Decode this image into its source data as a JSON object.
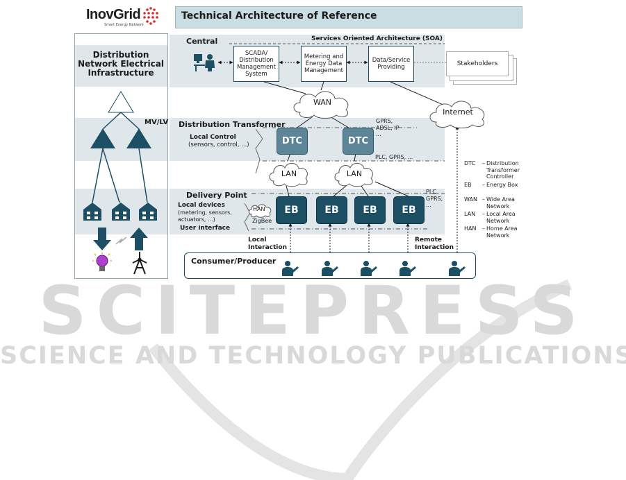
{
  "header": {
    "brand": "InovGrid",
    "brand_tagline": "Smart Energy Network",
    "title": "Technical Architecture of Reference"
  },
  "left_column": {
    "title_lines": [
      "Distribution",
      "Network Electrical",
      "Infrastructure"
    ],
    "mv_lv": "MV/LV"
  },
  "central": {
    "label": "Central",
    "soa": "Services Oriented Architecture (SOA)",
    "scada_lines": [
      "SCADA/",
      "Distribution",
      "Management",
      "System"
    ],
    "metering_lines": [
      "Metering and",
      "Energy Data",
      "Management"
    ],
    "data_lines": [
      "Data/Service",
      "Providing"
    ],
    "stakeholders": "Stakeholders"
  },
  "clouds": {
    "wan": "WAN",
    "internet": "Internet",
    "lan": "LAN",
    "han": "HAN"
  },
  "transformer": {
    "label": "Distribution Transformer",
    "local_control": "Local Control",
    "local_control_sub": "(sensors, control, ...)",
    "dtc": "DTC",
    "gprs_lines": [
      "GPRS,",
      "ADSL, IP",
      "..."
    ],
    "plc_gprs": "PLC, GPRS, ..."
  },
  "delivery": {
    "label": "Delivery Point",
    "local_devices": "Local devices",
    "local_devices_sub": [
      "(metering, sensors,",
      "actuators, ...)"
    ],
    "user_interface": "User interface",
    "zigbee": "ZigBee",
    "eb": "EB",
    "plc_lines": [
      "PLC,",
      "GPRS,",
      "..."
    ],
    "local_interaction": [
      "Local",
      "Interaction"
    ],
    "remote_interaction": [
      "Remote",
      "Interaction"
    ]
  },
  "consumer": {
    "label": "Consumer/Producer"
  },
  "legend": [
    {
      "abbr": "DTC",
      "lines": [
        "Distribution",
        "Transformer",
        "Controller"
      ]
    },
    {
      "abbr": "EB",
      "lines": [
        "Energy Box"
      ]
    },
    {
      "abbr": "WAN",
      "lines": [
        "Wide Area",
        "Network"
      ]
    },
    {
      "abbr": "LAN",
      "lines": [
        "Local Area",
        "Network"
      ]
    },
    {
      "abbr": "HAN",
      "lines": [
        "Home Area",
        "Network"
      ]
    }
  ],
  "watermark": {
    "main": "SCITEPRESS",
    "sub": "SCIENCE AND TECHNOLOGY PUBLICATIONS"
  },
  "colors": {
    "dark_teal": "#1c4f63",
    "mid_teal": "#5d8598",
    "band": "#dfe7ea",
    "title_bar": "#c9dde2"
  }
}
